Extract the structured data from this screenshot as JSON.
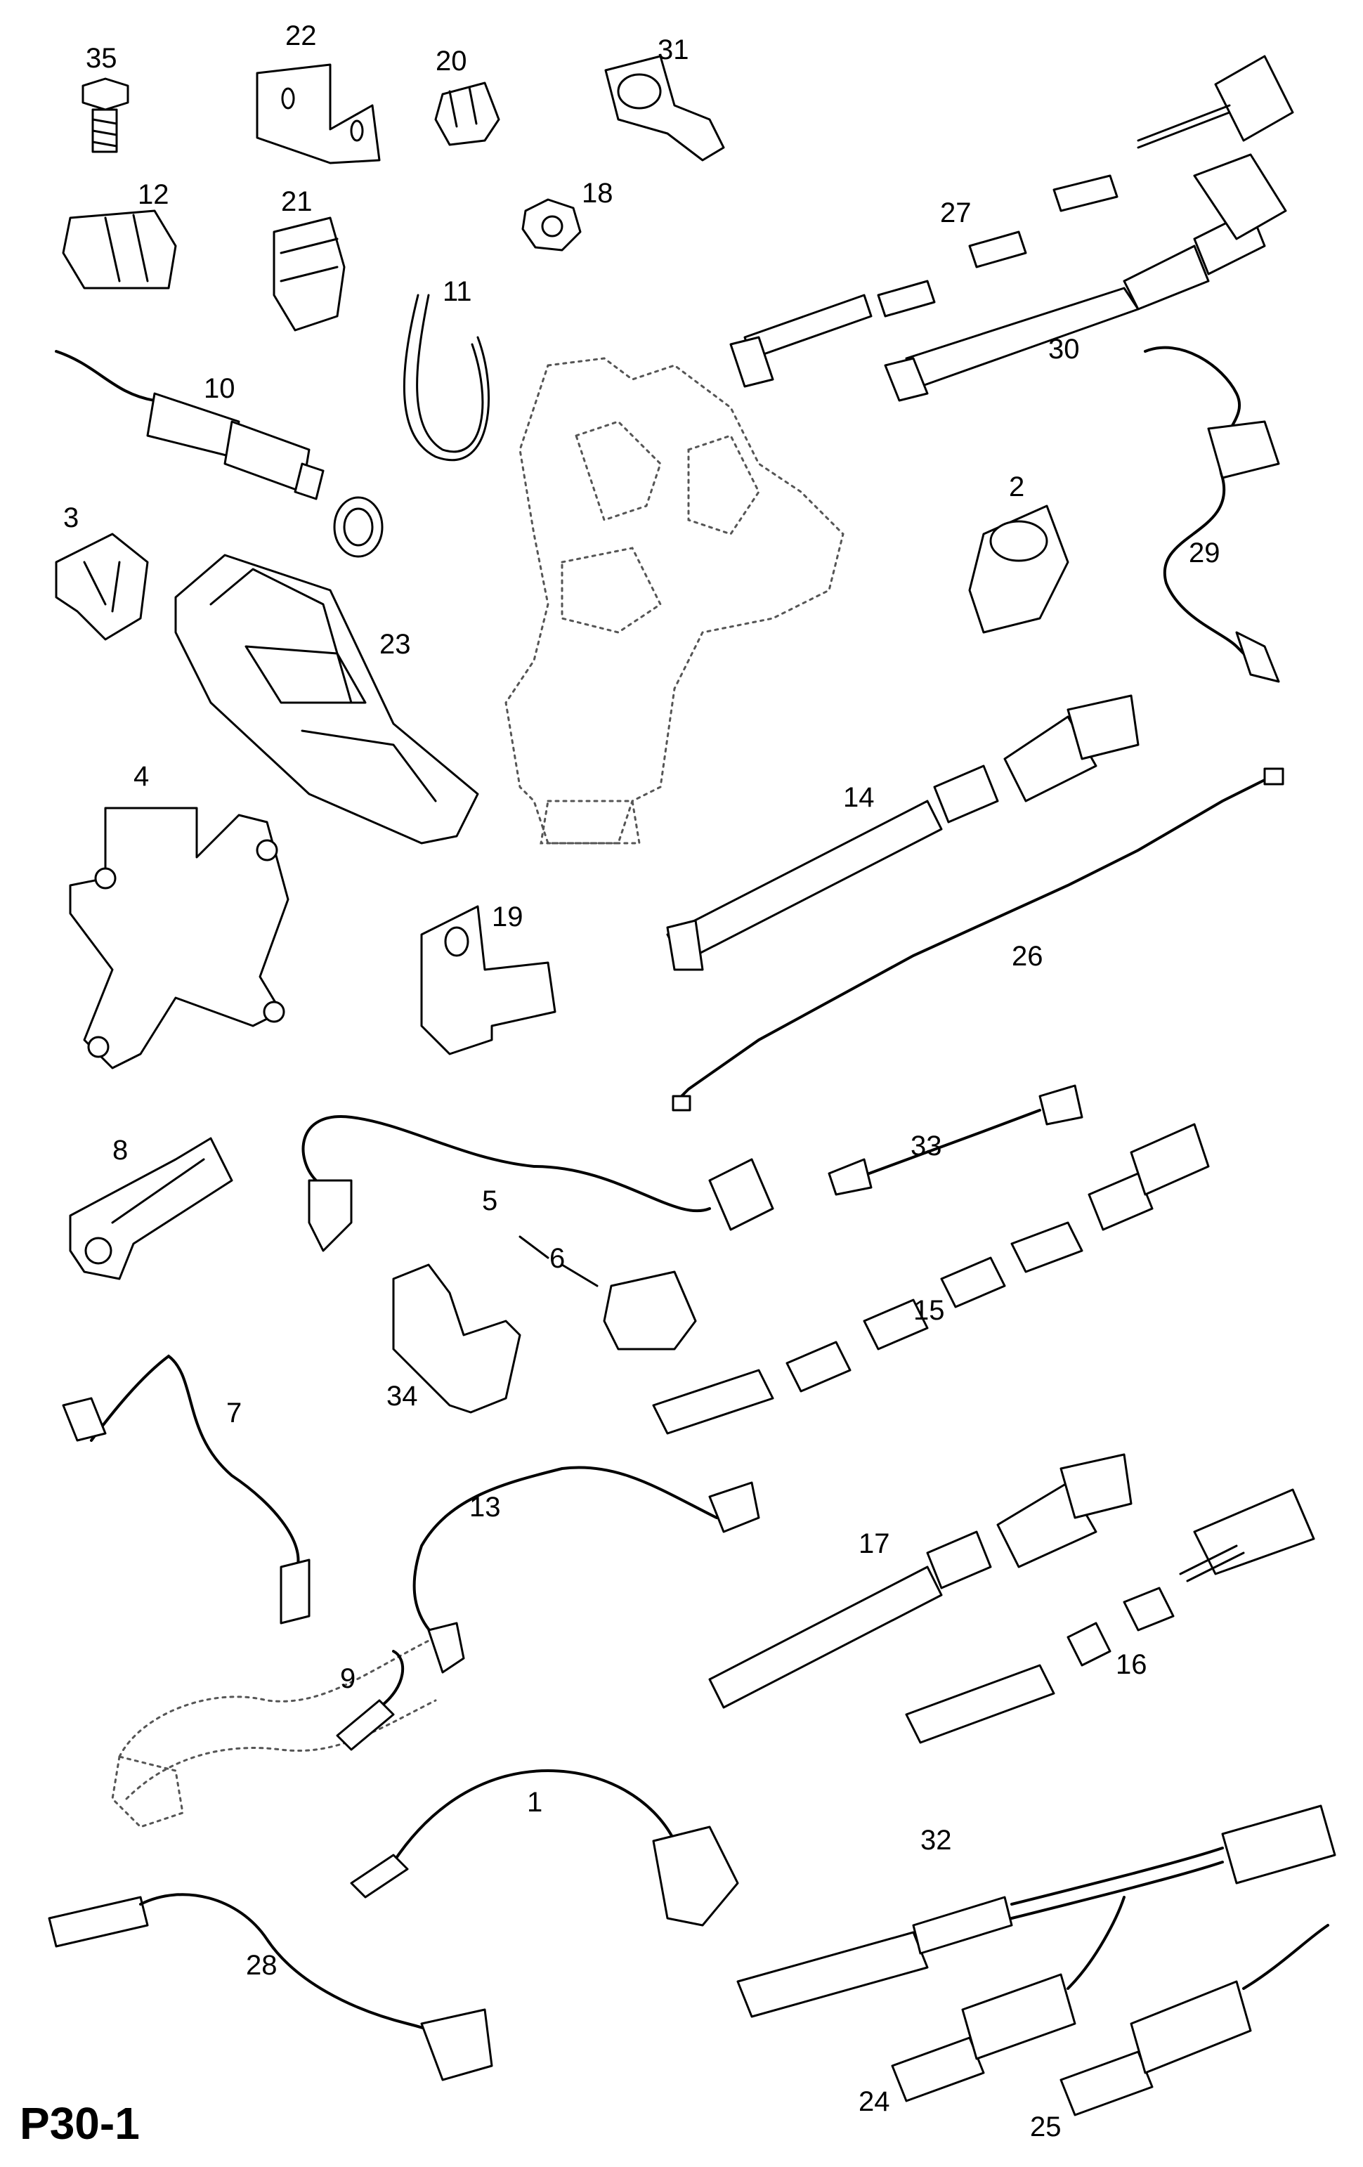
{
  "page_code": "P30-1",
  "callouts": [
    "1",
    "2",
    "3",
    "4",
    "5",
    "6",
    "7",
    "8",
    "9",
    "10",
    "11",
    "12",
    "13",
    "14",
    "15",
    "16",
    "17",
    "18",
    "19",
    "20",
    "21",
    "22",
    "23",
    "24",
    "25",
    "26",
    "27",
    "28",
    "29",
    "30",
    "31",
    "32",
    "33",
    "34",
    "35"
  ]
}
